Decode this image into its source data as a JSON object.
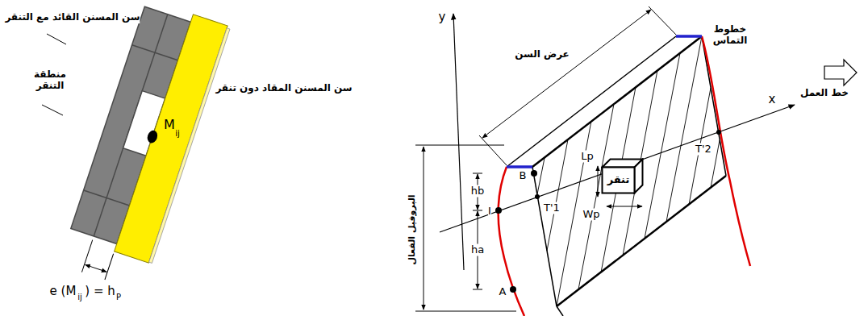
{
  "diagram": {
    "nodes": [
      {
        "text": [
          "تنقر"
        ]
      }
    ],
    "labels": [
      "سن المسنن القائد مع التنقر",
      "منطقة التنقر",
      "سن المسنن المقاد دون تنقر",
      "M",
      "ij",
      "e (M",
      "ij",
      ") = h",
      "P",
      "y",
      "عرض السن",
      "خطوط التماس",
      "خط العمل",
      "x",
      "البروفيل الفعال",
      "B",
      "hb",
      "I",
      "T'1",
      "ha",
      "A",
      "T'2",
      "Lp",
      "Wp"
    ]
  }
}
